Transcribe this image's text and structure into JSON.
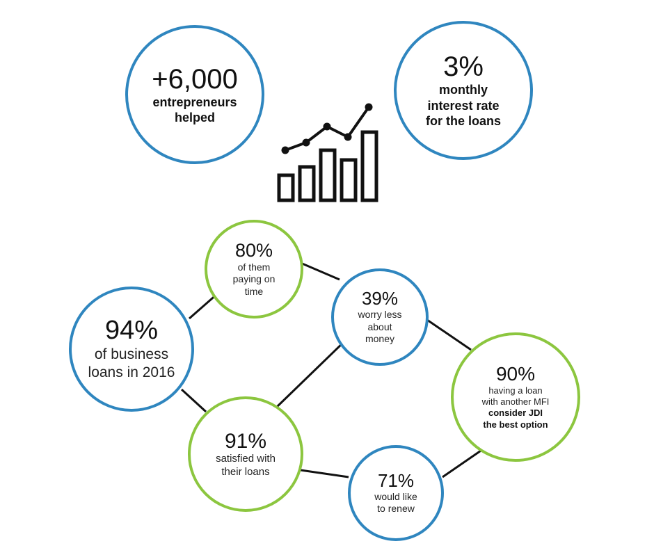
{
  "colors": {
    "blue": "#2f86bf",
    "green": "#8cc63f",
    "line": "#111111"
  },
  "icon": "growth-bar-chart-icon",
  "stats": {
    "entrepreneurs": {
      "value": "+6,000",
      "label": [
        "entrepreneurs",
        "helped"
      ]
    },
    "interest": {
      "value": "3%",
      "label": [
        "monthly",
        "interest rate",
        "for the loans"
      ]
    },
    "paying": {
      "value": "80%",
      "label": [
        "of them",
        "paying on",
        "time"
      ]
    },
    "business": {
      "value": "94%",
      "label": [
        "of business",
        "loans in 2016"
      ]
    },
    "worry": {
      "value": "39%",
      "label": [
        "worry less",
        "about",
        "money"
      ]
    },
    "mfi": {
      "value": "90%",
      "label": [
        "having a loan",
        "with another MFI"
      ],
      "label_bold": [
        "consider JDI",
        "the best option"
      ]
    },
    "satisfied": {
      "value": "91%",
      "label": [
        "satisfied with",
        "their loans"
      ]
    },
    "renew": {
      "value": "71%",
      "label": [
        "would like",
        "to renew"
      ]
    }
  }
}
